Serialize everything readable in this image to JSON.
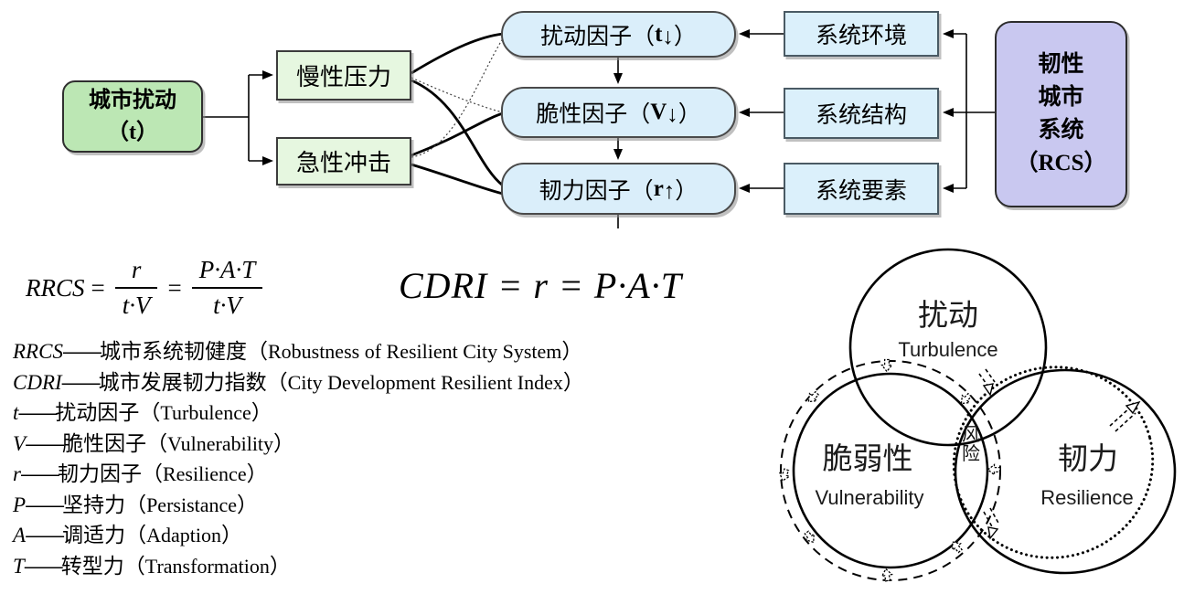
{
  "flowchart": {
    "source": {
      "line1": "城市扰动",
      "line2": "（t）"
    },
    "branches": [
      "慢性压力",
      "急性冲击"
    ],
    "factors": [
      {
        "pre": "扰动因子（",
        "sym": "t",
        "suf": "↓）"
      },
      {
        "pre": "脆性因子（",
        "sym": "V",
        "suf": "↓）"
      },
      {
        "pre": "韧力因子（",
        "sym": "r",
        "suf": "↑）"
      }
    ],
    "systems": [
      "系统环境",
      "系统结构",
      "系统要素"
    ],
    "rcs": [
      "韧性",
      "城市",
      "系统",
      "（RCS）"
    ]
  },
  "formulas": {
    "rrcs": {
      "lhs": "RRCS",
      "eq": "=",
      "f1_num": "r",
      "f1_den": "t·V",
      "f2_num": "P·A·T",
      "f2_den": "t·V"
    },
    "cdri": "CDRI = r = P·A·T"
  },
  "punct": {
    "dash": "——",
    "open": "（",
    "close": "）"
  },
  "definitions": [
    {
      "symbol": "RRCS",
      "chinese": "城市系统韧健度",
      "english": "Robustness of Resilient City System"
    },
    {
      "symbol": "CDRI",
      "chinese": "城市发展韧力指数",
      "english": "City Development Resilient Index"
    },
    {
      "symbol": "t",
      "chinese": "扰动因子",
      "english": "Turbulence"
    },
    {
      "symbol": "V",
      "chinese": "脆性因子",
      "english": "Vulnerability"
    },
    {
      "symbol": "r",
      "chinese": "韧力因子",
      "english": "Resilience"
    },
    {
      "symbol": "P",
      "chinese": "坚持力",
      "english": "Persistance"
    },
    {
      "symbol": "A",
      "chinese": "调适力",
      "english": "Adaption"
    },
    {
      "symbol": "T",
      "chinese": "转型力",
      "english": "Transformation"
    }
  ],
  "venn": {
    "turbulence": {
      "zh": "扰动",
      "en": "Turbulence"
    },
    "vulnerability": {
      "zh": "脆弱性",
      "en": "Vulnerability"
    },
    "resilience": {
      "zh": "韧力",
      "en": "Resilience"
    },
    "center": {
      "top": "风",
      "bottom": "险"
    }
  },
  "colors": {
    "source_green": "#bce7b4",
    "branch_green": "#e6f7e0",
    "factor_blue": "#daeefa",
    "system_blue": "#dbf0fb",
    "rcs_purple": "#c9c8f0",
    "stroke": "#000000"
  }
}
